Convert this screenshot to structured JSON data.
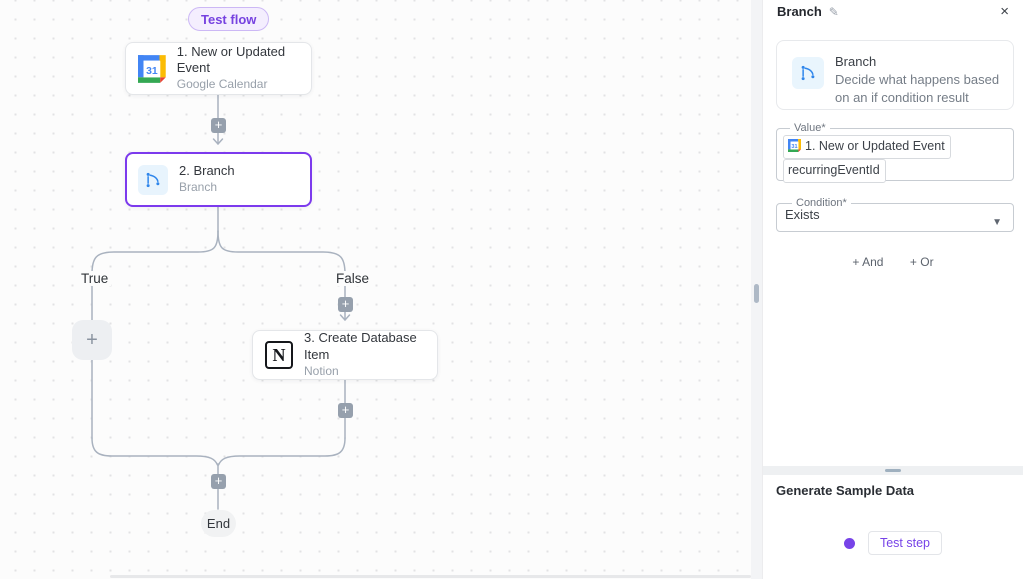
{
  "icons": {
    "plus": "+",
    "close": "×",
    "caret_down": "▼",
    "pencil": "✎"
  },
  "canvas": {
    "test_flow_button": "Test flow",
    "nodes": [
      {
        "title": "1. New or Updated Event",
        "subtitle": "Google Calendar",
        "icon": "google-calendar-icon"
      },
      {
        "title": "2. Branch",
        "subtitle": "Branch",
        "icon": "branch-icon"
      },
      {
        "title": "3. Create Database Item",
        "subtitle": "Notion",
        "icon": "notion-icon",
        "notion_letter": "N"
      }
    ],
    "branch_labels": {
      "true_label": "True",
      "false_label": "False"
    },
    "end_label": "End"
  },
  "panel": {
    "title": "Branch",
    "info_card": {
      "title": "Branch",
      "description": "Decide what happens based on an if condition result"
    },
    "value_field": {
      "label": "Value*",
      "step_token": "1. New or Updated Event",
      "field_token": "recurringEventId"
    },
    "condition_field": {
      "label": "Condition*",
      "value": "Exists"
    },
    "logic_buttons": {
      "and": "+ And",
      "or": "+ Or"
    },
    "sample_data": {
      "title": "Generate Sample Data",
      "test_button": "Test step"
    }
  },
  "colors": {
    "accent_purple": "#7c3aed",
    "icon_blue": "#2f86eb",
    "line_gray": "#a9b2bf"
  }
}
